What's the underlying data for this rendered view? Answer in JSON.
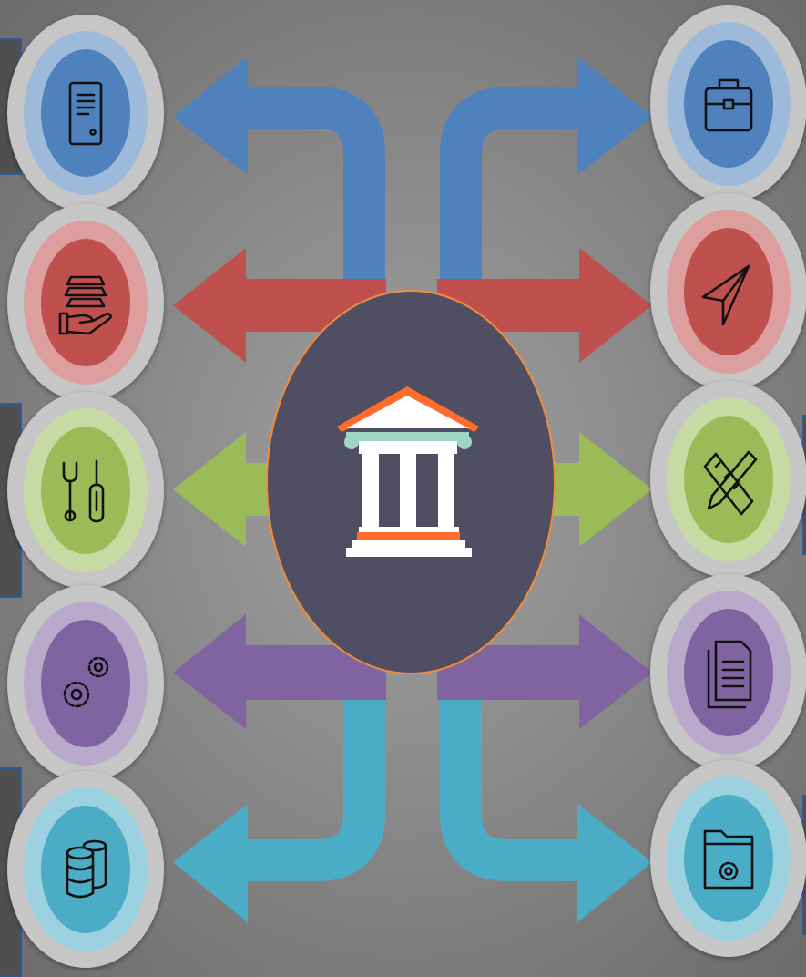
{
  "colors": {
    "background": "#8c8c8c",
    "blue": "#4f81bd",
    "red": "#c0504d",
    "green": "#9bbb59",
    "purple": "#8064a2",
    "teal": "#4bacc6",
    "center_fill": "#4f4e63",
    "center_border": "#f28c38",
    "building_accent": "#ff6b2b",
    "building_mint": "#9fd6c6",
    "icon_stroke": "#111111"
  },
  "center": {
    "icon": "bank-building-icon"
  },
  "left_nodes": [
    {
      "icon": "server-icon",
      "color": "blue"
    },
    {
      "icon": "hand-holding-cash-icon",
      "color": "red"
    },
    {
      "icon": "tools-icon",
      "color": "green"
    },
    {
      "icon": "gears-icon",
      "color": "purple"
    },
    {
      "icon": "database-icon",
      "color": "teal"
    }
  ],
  "right_nodes": [
    {
      "icon": "briefcase-icon",
      "color": "blue"
    },
    {
      "icon": "paper-plane-icon",
      "color": "red"
    },
    {
      "icon": "ruler-pencil-icon",
      "color": "green"
    },
    {
      "icon": "documents-icon",
      "color": "purple"
    },
    {
      "icon": "folder-settings-icon",
      "color": "teal"
    }
  ]
}
